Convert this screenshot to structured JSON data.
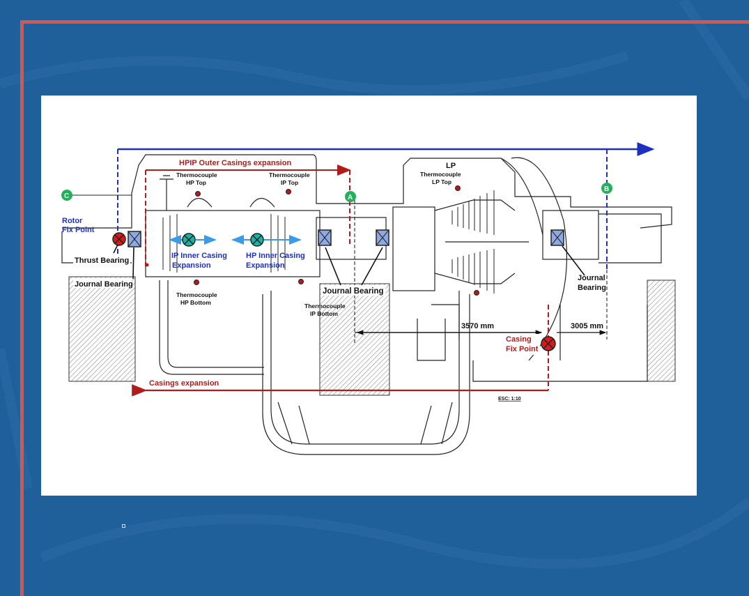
{
  "colors": {
    "background": "#1f5f9a",
    "frame": "#d9534f",
    "blue_line": "#1f2fbf",
    "red_line": "#b01c1c",
    "green_marker": "#22b05a",
    "bearing_fill": "#8ea8e0",
    "expansion_arrow": "#3a9be8",
    "cross_fill": "#19b3a6"
  },
  "diagram": {
    "title_hpip": "HPIP Outer Casings expansion",
    "casings_expansion": "Casings expansion",
    "marker_a": "A",
    "marker_b": "B",
    "marker_c": "C",
    "rotor_fix_point_1": "Rotor",
    "rotor_fix_point_2": "Fix Point",
    "thrust_bearing": "Thrust Bearing",
    "journal_bearing_left": "Journal Bearing",
    "journal_bearing_mid": "Journal Bearing",
    "journal_bearing_right_1": "Journal",
    "journal_bearing_right_2": "Bearing",
    "ip_inner_1": "IP Inner Casing",
    "ip_inner_2": "Expansion",
    "hp_inner_1": "HP Inner Casing",
    "hp_inner_2": "Expansion",
    "tc_hp_top_1": "Thermocouple",
    "tc_hp_top_2": "HP Top",
    "tc_ip_top_1": "Thermocouple",
    "tc_ip_top_2": "IP Top",
    "tc_hp_bottom_1": "Thermocouple",
    "tc_hp_bottom_2": "HP Bottom",
    "tc_ip_bottom_1": "Thermocouple",
    "tc_ip_bottom_2": "IP Bottom",
    "lp_label": "LP",
    "tc_lp_top_1": "Thermocouple",
    "tc_lp_top_2": "LP Top",
    "dim_3570": "3570 mm",
    "dim_3005": "3005 mm",
    "casing_fix_1": "Casing",
    "casing_fix_2": "Fix Point",
    "scale": "ESC: 1:10"
  }
}
